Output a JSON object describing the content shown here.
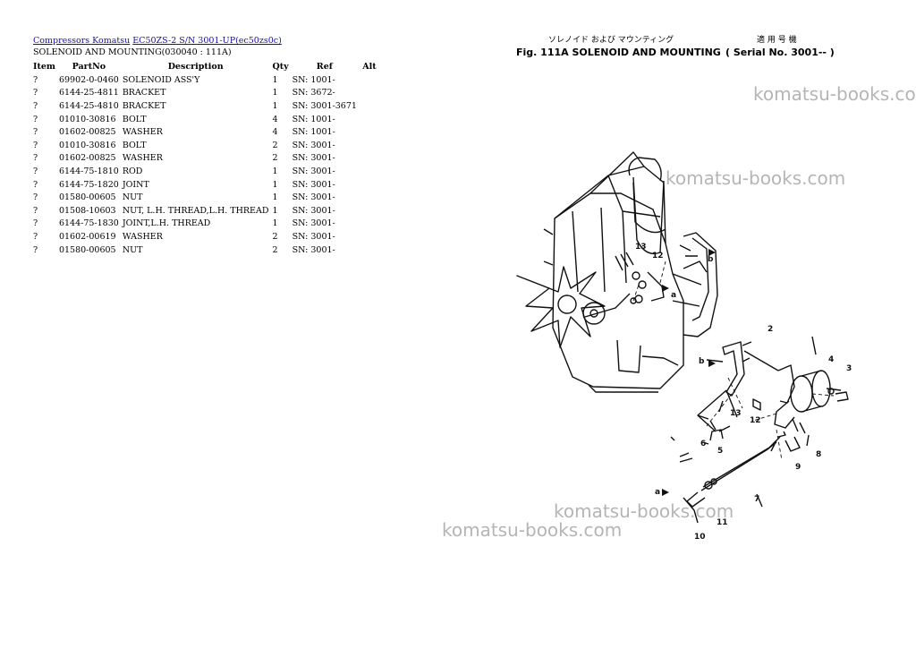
{
  "breadcrumb": {
    "link1": "Compressors Komatsu",
    "link2": "EC50ZS-2 S/N 3001-UP(ec50zs0c)"
  },
  "subtitle": "SOLENOID AND MOUNTING(030040 : 111A)",
  "table": {
    "headers": [
      "Item",
      "PartNo",
      "Description",
      "Qty",
      "Ref",
      "Alt"
    ],
    "rows": [
      {
        "item": "?",
        "part": "69902-0-0460",
        "desc": "SOLENOID ASS'Y",
        "qty": "1",
        "ref": "SN: 1001-",
        "alt": ""
      },
      {
        "item": "?",
        "part": "6144-25-4811",
        "desc": "BRACKET",
        "qty": "1",
        "ref": "SN: 3672-",
        "alt": ""
      },
      {
        "item": "?",
        "part": "6144-25-4810",
        "desc": "BRACKET",
        "qty": "1",
        "ref": "SN: 3001-3671",
        "alt": ""
      },
      {
        "item": "?",
        "part": "01010-30816",
        "desc": "BOLT",
        "qty": "4",
        "ref": "SN: 1001-",
        "alt": ""
      },
      {
        "item": "?",
        "part": "01602-00825",
        "desc": "WASHER",
        "qty": "4",
        "ref": "SN: 1001-",
        "alt": ""
      },
      {
        "item": "?",
        "part": "01010-30816",
        "desc": "BOLT",
        "qty": "2",
        "ref": "SN: 3001-",
        "alt": ""
      },
      {
        "item": "?",
        "part": "01602-00825",
        "desc": "WASHER",
        "qty": "2",
        "ref": "SN: 3001-",
        "alt": ""
      },
      {
        "item": "?",
        "part": "6144-75-1810",
        "desc": "ROD",
        "qty": "1",
        "ref": "SN: 3001-",
        "alt": ""
      },
      {
        "item": "?",
        "part": "6144-75-1820",
        "desc": "JOINT",
        "qty": "1",
        "ref": "SN: 3001-",
        "alt": ""
      },
      {
        "item": "?",
        "part": "01580-00605",
        "desc": "NUT",
        "qty": "1",
        "ref": "SN: 3001-",
        "alt": ""
      },
      {
        "item": "?",
        "part": "01508-10603",
        "desc": "NUT, L.H. THREAD,L.H. THREAD",
        "qty": "1",
        "ref": "SN: 3001-",
        "alt": ""
      },
      {
        "item": "?",
        "part": "6144-75-1830",
        "desc": "JOINT,L.H. THREAD",
        "qty": "1",
        "ref": "SN: 3001-",
        "alt": ""
      },
      {
        "item": "?",
        "part": "01602-00619",
        "desc": "WASHER",
        "qty": "2",
        "ref": "SN: 3001-",
        "alt": ""
      },
      {
        "item": "?",
        "part": "01580-00605",
        "desc": "NUT",
        "qty": "2",
        "ref": "SN: 3001-",
        "alt": ""
      }
    ]
  },
  "figure": {
    "japanese_title": "ソレノイド および マウンティング",
    "japanese_serial": "適 用 号 機",
    "title": "Fig. 111A  SOLENOID AND MOUNTING",
    "serial": "( Serial No. 3001-- )",
    "callouts": [
      "13",
      "12",
      "b",
      "a",
      "2",
      "4",
      "3",
      "b",
      "13",
      "12",
      "6",
      "5",
      "8",
      "9",
      "7",
      "a",
      "11",
      "10"
    ]
  },
  "watermarks": [
    "komatsu-books.com",
    "komatsu-books.com",
    "komatsu-books.com",
    "komatsu-books.com"
  ]
}
